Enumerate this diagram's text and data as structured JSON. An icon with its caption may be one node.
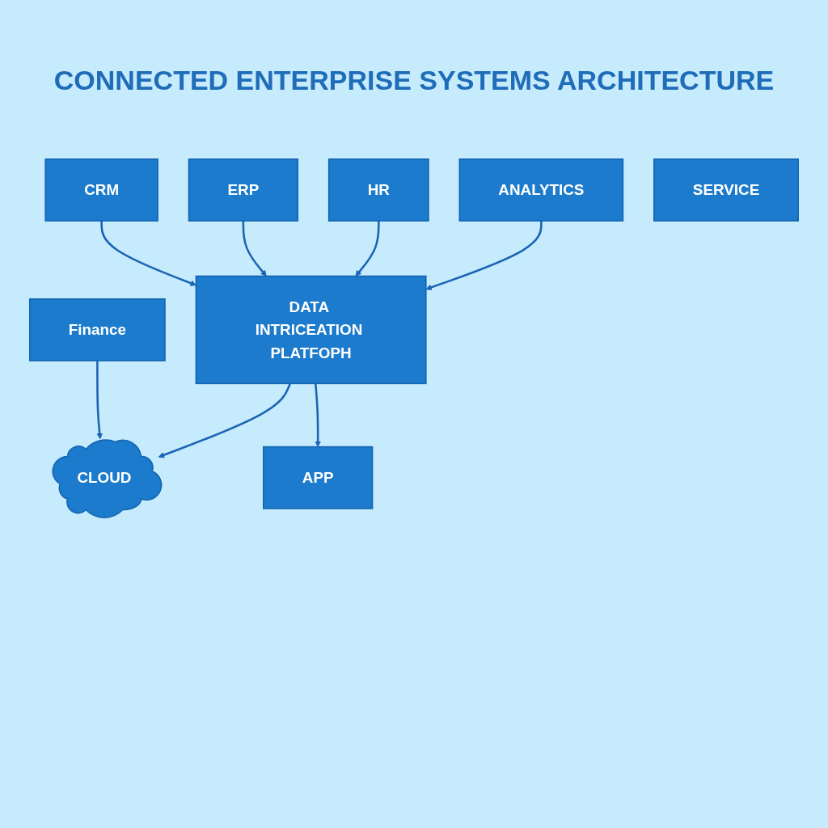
{
  "diagram": {
    "title": "CONNECTED ENTERPRISE SYSTEMS ARCHITECTURE",
    "nodes": [
      {
        "text": [
          "CRM"
        ]
      },
      {
        "text": [
          "ERP"
        ]
      },
      {
        "text": [
          "HR"
        ]
      },
      {
        "text": [
          "Finance"
        ]
      },
      {
        "text": [
          "DATA INTRICEATION PLATFOPH"
        ]
      },
      {
        "text": [
          "CLOUD"
        ]
      },
      {
        "text": [
          "ANALYTICS"
        ]
      },
      {
        "text": [
          "APP"
        ]
      },
      {
        "text": [
          "SERVICE"
        ]
      }
    ],
    "edges": [
      {
        "from": 0,
        "to": 4,
        "arrow": "to"
      },
      {
        "from": 1,
        "to": 4,
        "arrow": "to"
      },
      {
        "from": 2,
        "to": 4,
        "arrow": "to"
      },
      {
        "from": 3,
        "to": 5,
        "arrow": "to"
      },
      {
        "from": 4,
        "to": 5,
        "arrow": "to"
      },
      {
        "from": 6,
        "to": 4,
        "arrow": "to"
      },
      {
        "from": 4,
        "to": 7,
        "arrow": "to"
      }
    ]
  }
}
